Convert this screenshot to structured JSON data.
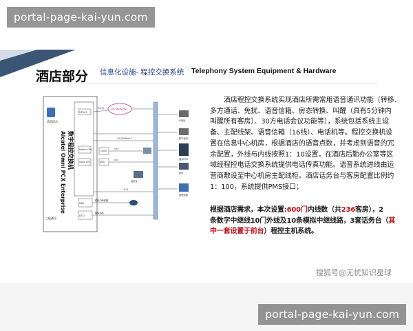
{
  "watermarks": {
    "top": "portal-page-kai-yun.com",
    "bottom": "portal-page-kai-yun.com"
  },
  "header": {
    "title": "酒店部分",
    "subtitle_cn": "信息化设施- 程控交换系统",
    "subtitle_en": "Telephony System Equipment & Hardware"
  },
  "diagram": {
    "vertical_label_en": "Alcatel Omni PCX Enterprise",
    "vertical_label_cn": "数字程控交换机",
    "left_caption": "语音提示",
    "bottom_caption": "三级通讯",
    "cloud_label": "PSTN/ISDN",
    "link_label_1": "E1/T1",
    "link_label_2": "10/100Base-T",
    "box_labels": [
      "Master CPU",
      "Slave CPU",
      "T1000",
      "VMU",
      "MDA",
      "eZ32"
    ],
    "device_labels": [
      "IP电话",
      "数字话机",
      "模拟话机",
      "酒店PMS",
      "话务台",
      "前台",
      "语音信箱"
    ],
    "small_labels": [
      "MFR4-2",
      "V24",
      "V24",
      "V24",
      "PMS接口",
      "模拟中继线路",
      "模拟话机"
    ]
  },
  "body": {
    "paragraph1": [
      "酒店程控交换系统实现酒店所需常用语音通讯功能（转移、",
      "多方通话、免扰、语音信箱、房态转换、叫醒（具有5分钟内",
      "叫醒所有客房）、30方电话会议功能等），系统包括系统主设",
      "备、主配线架、语音信箱（16线）、电话机等。程控交换机设",
      "置在信息中心机房，根据酒店的语音点数，并考虑到语音的冗",
      "余配置，外线与内线按照1：10设置，在酒店后勤办公室等区",
      "域经程控电话交换系统提供电话传真功能。语音系统进线由运",
      "营商敷设至中心机房主配线柜。酒店话务台与客房配置比例约",
      "1：100，系统提供PMS接口；"
    ],
    "paragraph2": {
      "l1_a": "根据酒店需求，本次设置:",
      "l1_b": "600门",
      "l1_c": "内线数（共",
      "l1_d": "236",
      "l1_e": "客房），2",
      "l2": "条数字中继线10门外线及10条模拟中继线路，3套话务台（",
      "l2_red": "其",
      "l3_red": "中一套设置于前台",
      "l3_b": "）程控主机系统。"
    }
  },
  "source": "搜狐号@无忧知识星球",
  "colors": {
    "accent_blue": "#3a5674",
    "subtitle_blue": "#1f3f8a",
    "highlight_red": "#c0141c"
  }
}
